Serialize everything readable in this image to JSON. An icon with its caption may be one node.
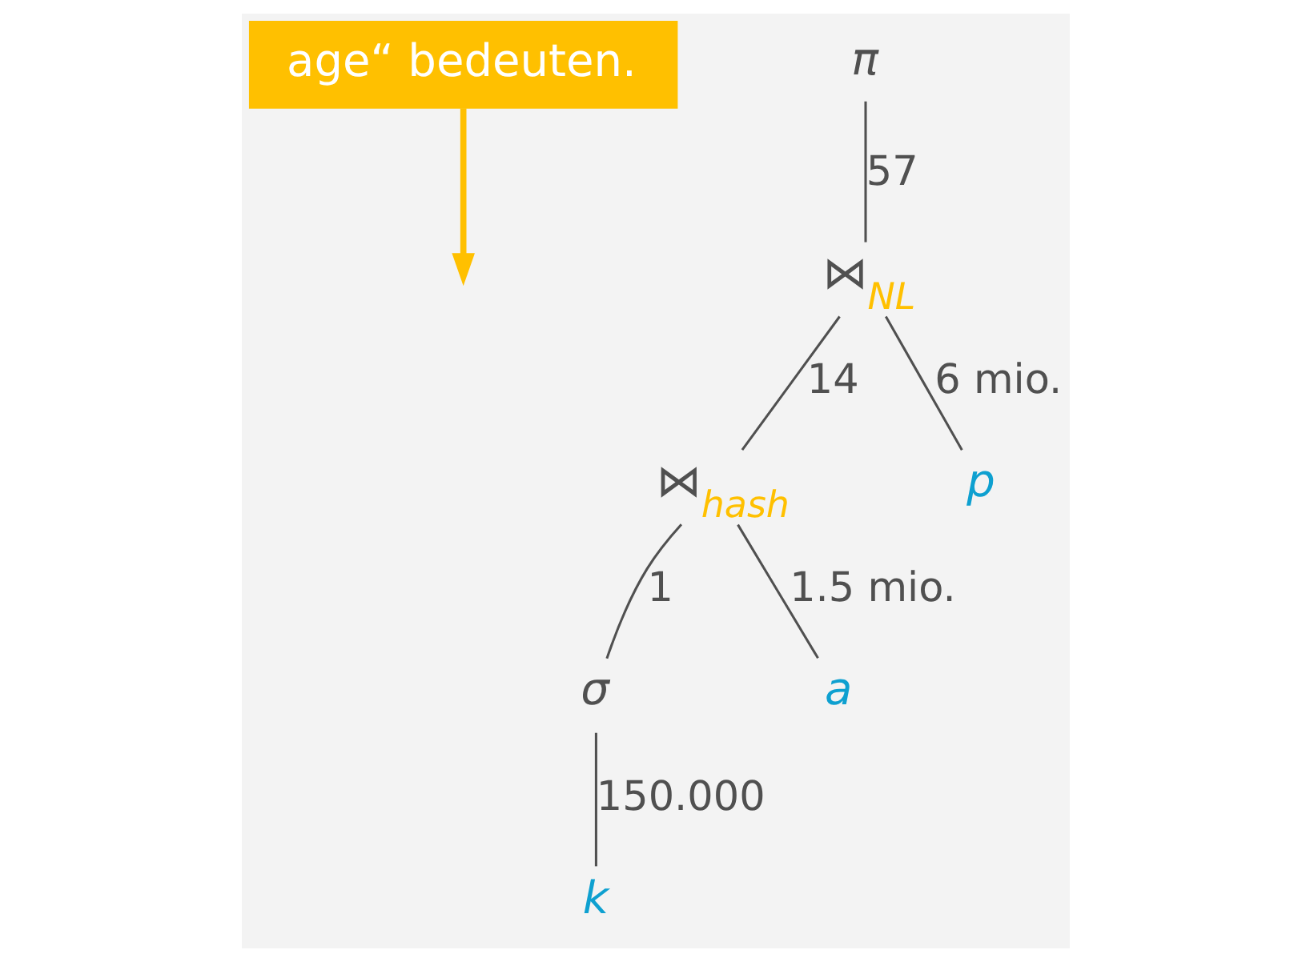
{
  "diagram": {
    "nodes": [
      {
        "text": [
          "age“ bedeuten."
        ]
      },
      {
        "text": [
          "π"
        ]
      },
      {
        "text": [
          "⋈",
          "NL"
        ]
      },
      {
        "text": [
          "⋈",
          "hash"
        ]
      },
      {
        "text": [
          "p"
        ]
      },
      {
        "text": [
          "σ"
        ]
      },
      {
        "text": [
          "a"
        ]
      },
      {
        "text": [
          "k"
        ]
      }
    ],
    "edges": [
      {
        "from": 0,
        "to": null,
        "arrow": "to",
        "color": "#ffc000",
        "style": "thick"
      },
      {
        "from": 1,
        "to": 2,
        "arrow": "none",
        "label": "57"
      },
      {
        "from": 2,
        "to": 3,
        "arrow": "none",
        "label": "14"
      },
      {
        "from": 2,
        "to": 4,
        "arrow": "none",
        "label": "6 mio."
      },
      {
        "from": 3,
        "to": 5,
        "arrow": "none",
        "label": "1"
      },
      {
        "from": 3,
        "to": 6,
        "arrow": "none",
        "label": "1.5 mio."
      },
      {
        "from": 5,
        "to": 7,
        "arrow": "none",
        "label": "150.000"
      }
    ]
  }
}
